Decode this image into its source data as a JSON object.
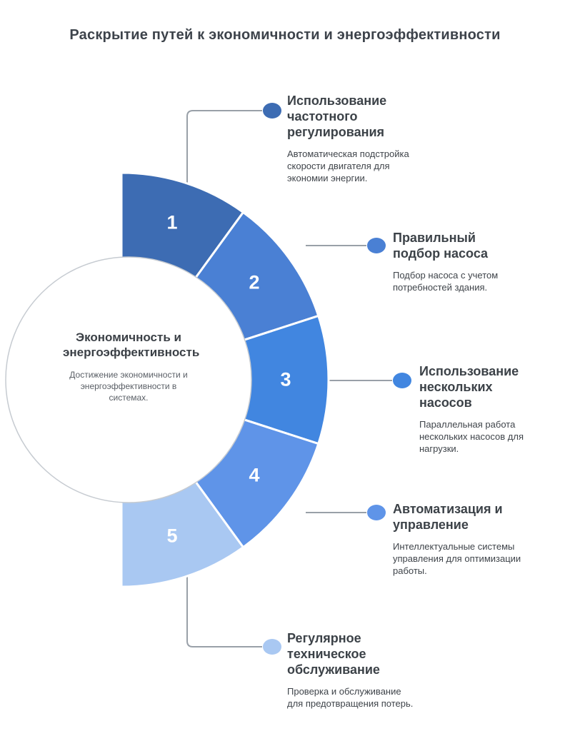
{
  "title": "Раскрытие путей к экономичности и энергоэффективности",
  "center": {
    "heading": "Экономичность и энергоэффективность",
    "description": "Достижение экономичности и энергоэффективности в системах."
  },
  "chart_data": {
    "type": "semicircular-donut-process",
    "title": "Раскрытие путей к экономичности и энергоэффективности",
    "center_label": "Экономичность и энергоэффективность",
    "connector_color": "#99a0a8",
    "segments": [
      {
        "number": "1",
        "color": "#3d6cb3",
        "label": "Использование частотного регулирования",
        "description": "Автоматическая подстройка скорости двигателя для экономии энергии."
      },
      {
        "number": "2",
        "color": "#4a80d4",
        "label": "Правильный подбор насоса",
        "description": "Подбор насоса с учетом потребностей здания."
      },
      {
        "number": "3",
        "color": "#4186e0",
        "label": "Использование нескольких насосов",
        "description": "Параллельная работа нескольких насосов для нагрузки."
      },
      {
        "number": "4",
        "color": "#5f94e8",
        "label": "Автоматизация и управление",
        "description": "Интеллектуальные системы управления для оптимизации работы."
      },
      {
        "number": "5",
        "color": "#a9c8f2",
        "label": "Регулярное техническое обслуживание",
        "description": "Проверка и обслуживание для предотвращения потерь."
      }
    ]
  }
}
